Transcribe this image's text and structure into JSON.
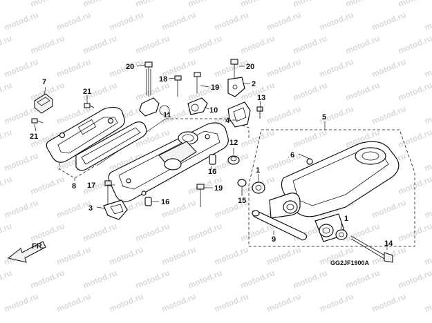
{
  "watermark": "motod.ru",
  "diagram_code": "GG2JF1900A",
  "direction_label": "FR.",
  "callouts": {
    "c1a": "1",
    "c1b": "1",
    "c2": "2",
    "c3": "3",
    "c4": "4",
    "c5": "5",
    "c6": "6",
    "c7": "7",
    "c8": "8",
    "c9": "9",
    "c10": "10",
    "c11": "11",
    "c12": "12",
    "c13": "13",
    "c14": "14",
    "c15": "15",
    "c16a": "16",
    "c16b": "16",
    "c17": "17",
    "c18": "18",
    "c19a": "19",
    "c19b": "19",
    "c20a": "20",
    "c20b": "20",
    "c21a": "21",
    "c21b": "21"
  }
}
